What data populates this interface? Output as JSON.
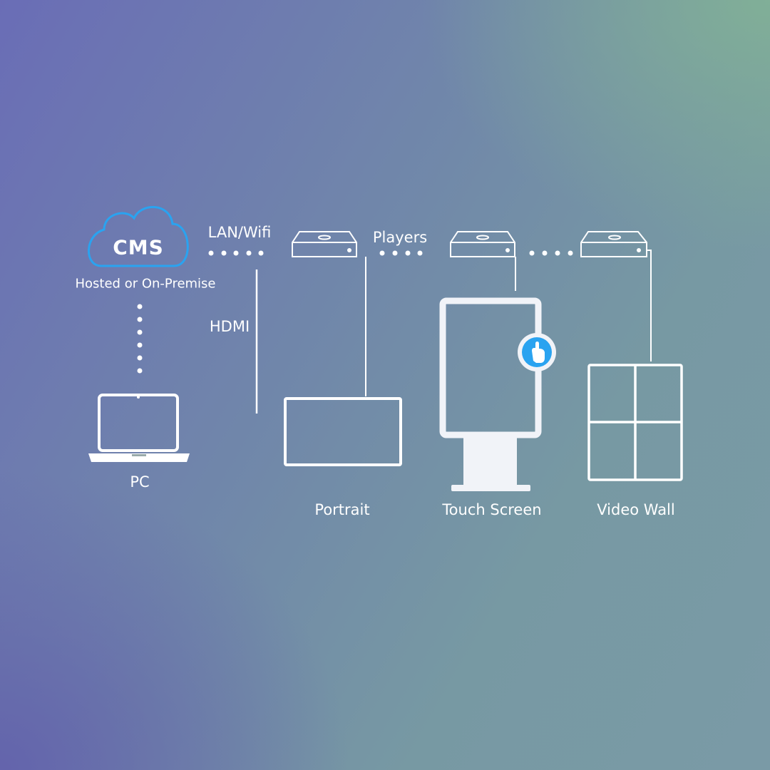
{
  "cms": {
    "title": "CMS",
    "subtitle": "Hosted or On-Premise"
  },
  "connections": {
    "lan": "LAN/Wifi",
    "hdmi": "HDMI",
    "players": "Players"
  },
  "devices": {
    "pc": "PC",
    "portrait": "Portrait",
    "touch": "Touch Screen",
    "video_wall": "Video Wall"
  },
  "colors": {
    "accent": "#2aa3f0",
    "line": "#ffffff"
  }
}
